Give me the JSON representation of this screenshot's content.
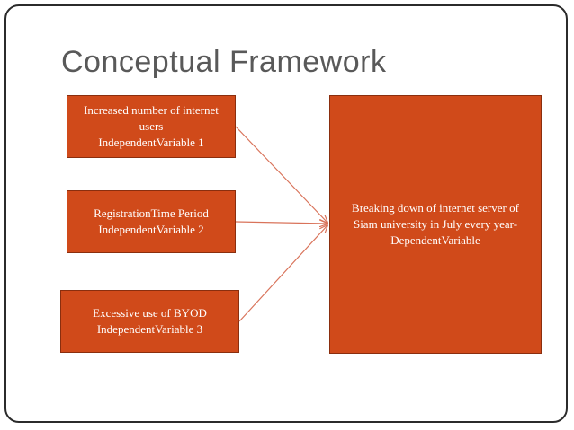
{
  "slide": {
    "title": "Conceptual Framework"
  },
  "diagram": {
    "box_color": "#d04a1a",
    "arrow_color": "#d9735a",
    "independent_boxes": [
      {
        "lines": [
          "Increased number of internet",
          "users",
          "IndependentVariable 1"
        ]
      },
      {
        "lines": [
          "RegistrationTime Period",
          "IndependentVariable 2"
        ]
      },
      {
        "lines": [
          "Excessive use of BYOD",
          "IndependentVariable 3"
        ]
      }
    ],
    "dependent_box": {
      "lines": [
        "Breaking down of internet server of",
        "Siam university in July every year-",
        "DependentVariable"
      ]
    }
  }
}
